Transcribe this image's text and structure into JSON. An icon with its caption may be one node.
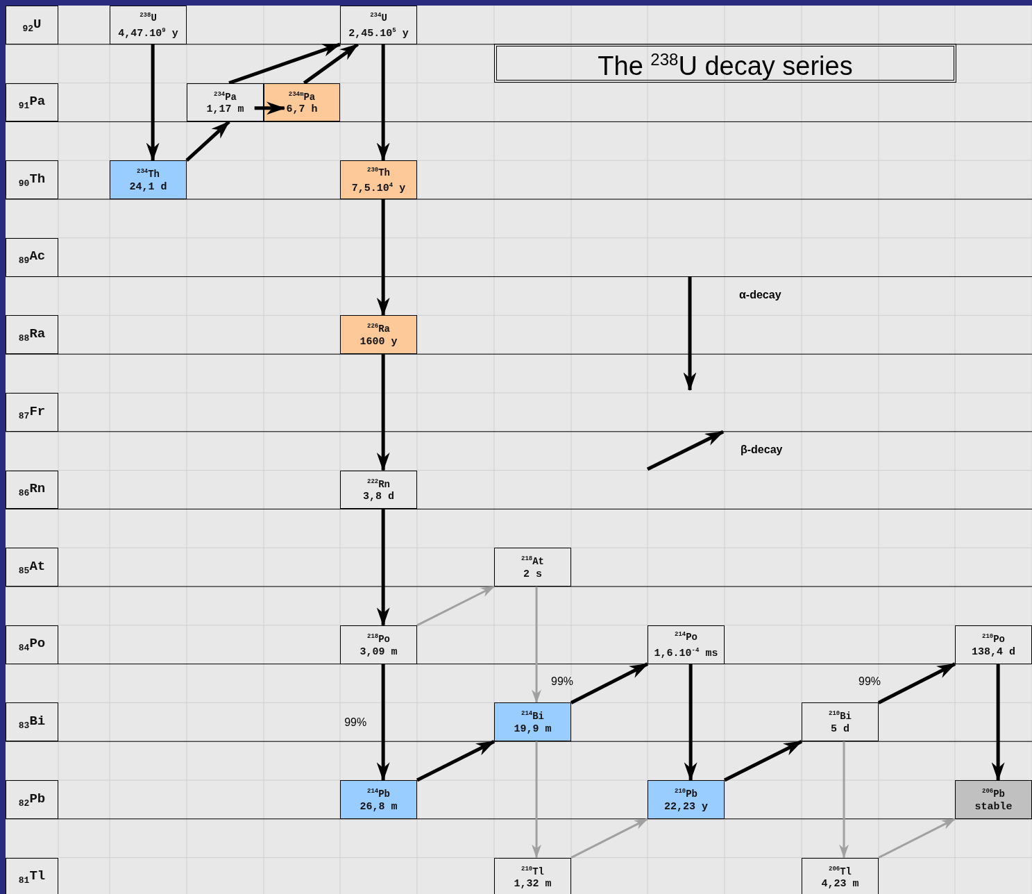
{
  "diagram": {
    "title": "The $^{238}$U decay series",
    "nodes": [
      {
        "text": [
          "$_{92}$U"
        ]
      },
      {
        "text": [
          "$_{91}$Pa"
        ]
      },
      {
        "text": [
          "$_{90}$Th"
        ]
      },
      {
        "text": [
          "$_{89}$Ac"
        ]
      },
      {
        "text": [
          "$_{88}$Ra"
        ]
      },
      {
        "text": [
          "$_{87}$Fr"
        ]
      },
      {
        "text": [
          "$_{86}$Rn"
        ]
      },
      {
        "text": [
          "$_{85}$At"
        ]
      },
      {
        "text": [
          "$_{84}$Po"
        ]
      },
      {
        "text": [
          "$_{83}$Bi"
        ]
      },
      {
        "text": [
          "$_{82}$Pb"
        ]
      },
      {
        "text": [
          "$_{81}$Tl"
        ]
      },
      {
        "text": [
          "$^{238}$U",
          "4,47.10$^{9}$ y"
        ]
      },
      {
        "text": [
          "$^{234}$U",
          "2,45.10$^{5}$ y"
        ]
      },
      {
        "text": [
          "$^{234}$Pa",
          "1,17 m"
        ]
      },
      {
        "text": [
          "$^{234m}$Pa",
          "6,7 h"
        ]
      },
      {
        "text": [
          "$^{234}$Th",
          "24,1 d"
        ]
      },
      {
        "text": [
          "$^{230}$Th",
          "7,5.10$^{4}$ y"
        ]
      },
      {
        "text": [
          "$^{226}$Ra",
          "1600 y"
        ]
      },
      {
        "text": [
          "$^{222}$Rn",
          "3,8 d"
        ]
      },
      {
        "text": [
          "$^{218}$At",
          "2 s"
        ]
      },
      {
        "text": [
          "$^{218}$Po",
          "3,09 m"
        ]
      },
      {
        "text": [
          "$^{214}$Po",
          "1,6.10$^{-4}$ ms"
        ]
      },
      {
        "text": [
          "$^{210}$Po",
          "138,4 d"
        ]
      },
      {
        "text": [
          "$^{214}$Bi",
          "19,9 m"
        ]
      },
      {
        "text": [
          "$^{210}$Bi",
          "5 d"
        ]
      },
      {
        "text": [
          "$^{214}$Pb",
          "26,8 m"
        ]
      },
      {
        "text": [
          "$^{210}$Pb",
          "22,23 y"
        ]
      },
      {
        "text": [
          "$^{206}$Pb",
          "stable"
        ]
      },
      {
        "text": [
          "$^{210}$Tl",
          "1,32 m"
        ]
      },
      {
        "text": [
          "$^{206}$Tl",
          "4,23 m"
        ]
      }
    ],
    "edges": [
      {
        "from": 12,
        "to": 16,
        "arrow": "to"
      },
      {
        "from": 16,
        "to": 14,
        "arrow": "to"
      },
      {
        "from": 14,
        "to": 13,
        "arrow": "to"
      },
      {
        "from": 14,
        "to": 15,
        "arrow": "to"
      },
      {
        "from": 15,
        "to": 13,
        "arrow": "to"
      },
      {
        "from": 13,
        "to": 17,
        "arrow": "to"
      },
      {
        "from": 17,
        "to": 18,
        "arrow": "to"
      },
      {
        "from": 18,
        "to": 19,
        "arrow": "to"
      },
      {
        "from": 19,
        "to": 21,
        "arrow": "to"
      },
      {
        "from": 21,
        "to": 20,
        "arrow": "to",
        "color": "#a0a0a0"
      },
      {
        "from": 21,
        "to": 26,
        "arrow": "to",
        "label": "99%"
      },
      {
        "from": 20,
        "to": 24,
        "arrow": "to",
        "color": "#a0a0a0"
      },
      {
        "from": 26,
        "to": 24,
        "arrow": "to"
      },
      {
        "from": 24,
        "to": 22,
        "arrow": "to",
        "label": "99%"
      },
      {
        "from": 24,
        "to": 29,
        "arrow": "to",
        "color": "#a0a0a0"
      },
      {
        "from": 22,
        "to": 27,
        "arrow": "to"
      },
      {
        "from": 29,
        "to": 27,
        "arrow": "to",
        "color": "#a0a0a0"
      },
      {
        "from": 27,
        "to": 25,
        "arrow": "to"
      },
      {
        "from": 25,
        "to": 23,
        "arrow": "to",
        "label": "99%"
      },
      {
        "from": 25,
        "to": 30,
        "arrow": "to",
        "color": "#a0a0a0"
      },
      {
        "from": 23,
        "to": 28,
        "arrow": "to"
      },
      {
        "from": 30,
        "to": 28,
        "arrow": "to",
        "color": "#a0a0a0"
      }
    ],
    "legend": [
      {
        "text": "α-decay"
      },
      {
        "text": "β-decay"
      }
    ]
  }
}
